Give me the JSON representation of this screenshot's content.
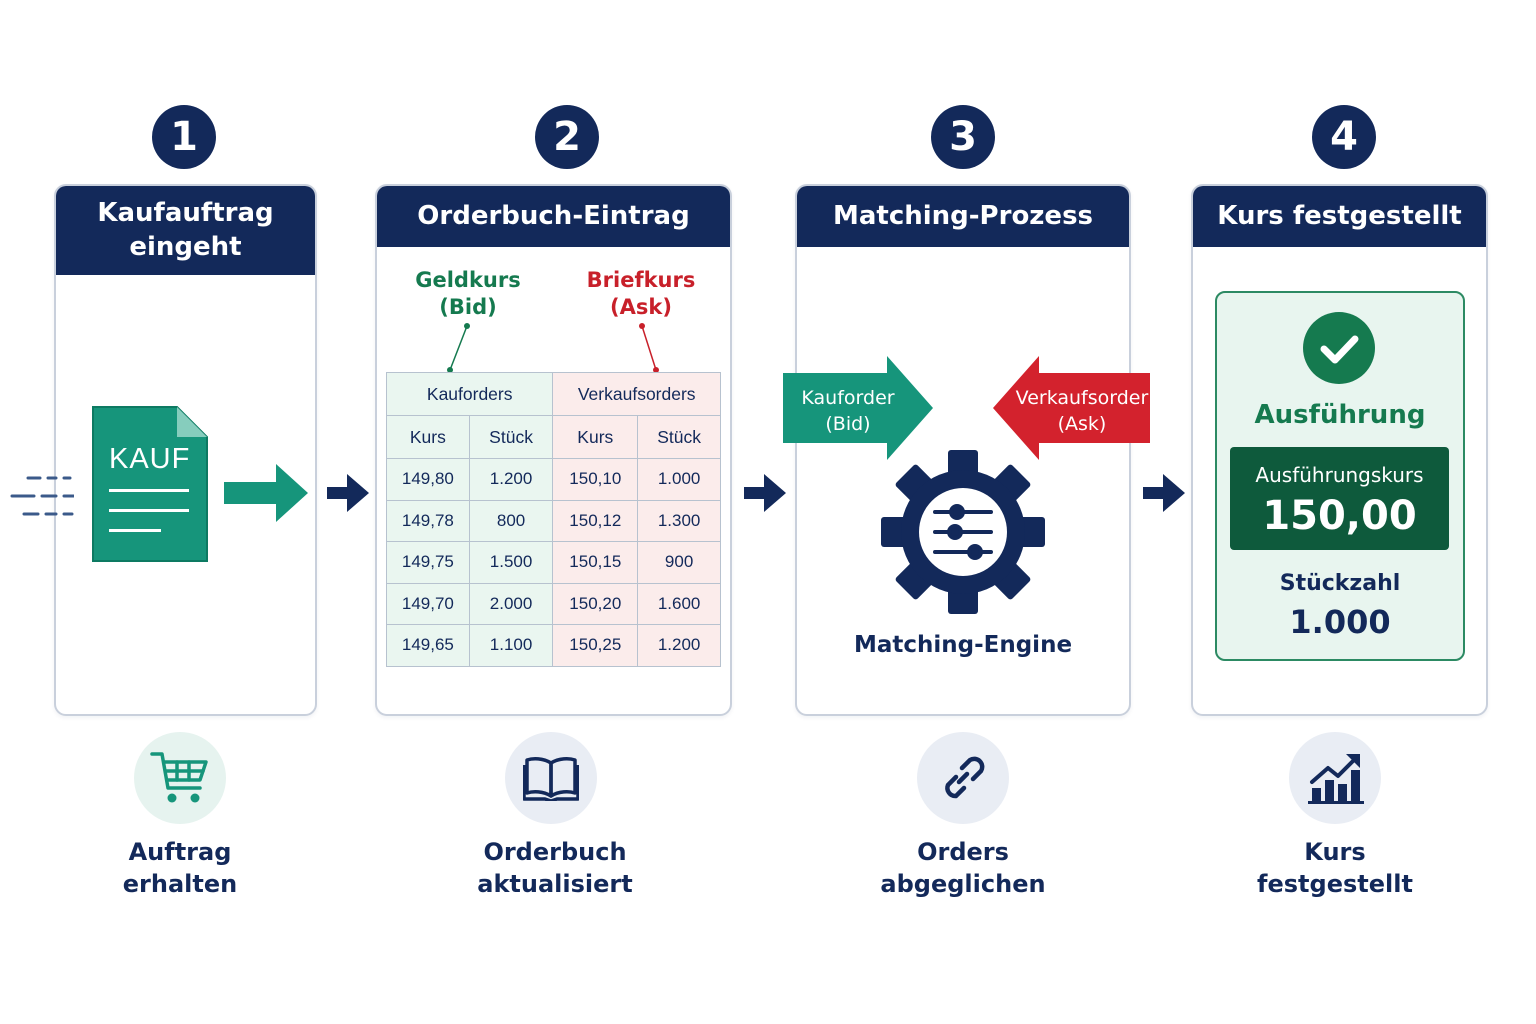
{
  "steps": [
    {
      "number": "1",
      "title_line1": "Kaufauftrag",
      "title_line2": "eingeht",
      "bottom_line1": "Auftrag",
      "bottom_line2": "erhalten",
      "icon": "shopping-cart-icon"
    },
    {
      "number": "2",
      "title": "Orderbuch-Eintrag",
      "bottom_line1": "Orderbuch",
      "bottom_line2": "aktualisiert",
      "icon": "book-icon"
    },
    {
      "number": "3",
      "title": "Matching-Prozess",
      "bottom_line1": "Orders",
      "bottom_line2": "abgeglichen",
      "icon": "link-icon"
    },
    {
      "number": "4",
      "title": "Kurs festgestellt",
      "bottom_line1": "Kurs",
      "bottom_line2": "festgestellt",
      "icon": "growth-chart-icon"
    }
  ],
  "document_label": "KAUF",
  "orderbook": {
    "bid_label_line1": "Geldkurs",
    "bid_label_line2": "(Bid)",
    "ask_label_line1": "Briefkurs",
    "ask_label_line2": "(Ask)",
    "buy_header": "Kauforders",
    "sell_header": "Verkaufsorders",
    "col_price": "Kurs",
    "col_qty": "Stück",
    "rows": [
      {
        "bid_price": "149,80",
        "bid_qty": "1.200",
        "ask_price": "150,10",
        "ask_qty": "1.000"
      },
      {
        "bid_price": "149,78",
        "bid_qty": "800",
        "ask_price": "150,12",
        "ask_qty": "1.300"
      },
      {
        "bid_price": "149,75",
        "bid_qty": "1.500",
        "ask_price": "150,15",
        "ask_qty": "900"
      },
      {
        "bid_price": "149,70",
        "bid_qty": "2.000",
        "ask_price": "150,20",
        "ask_qty": "1.600"
      },
      {
        "bid_price": "149,65",
        "bid_qty": "1.100",
        "ask_price": "150,25",
        "ask_qty": "1.200"
      }
    ]
  },
  "matching": {
    "buy_line1": "Kauforder",
    "buy_line2": "(Bid)",
    "sell_line1": "Verkaufsorder",
    "sell_line2": "(Ask)",
    "engine_label": "Matching-Engine"
  },
  "result": {
    "execution_label": "Ausführung",
    "price_title": "Ausführungskurs",
    "price_value": "150,00",
    "qty_label": "Stückzahl",
    "qty_value": "1.000"
  },
  "colors": {
    "navy": "#13295a",
    "teal": "#16957b",
    "bid_green": "#157a4f",
    "ask_red": "#c8202a",
    "result_dark_green": "#0e5a3c"
  }
}
